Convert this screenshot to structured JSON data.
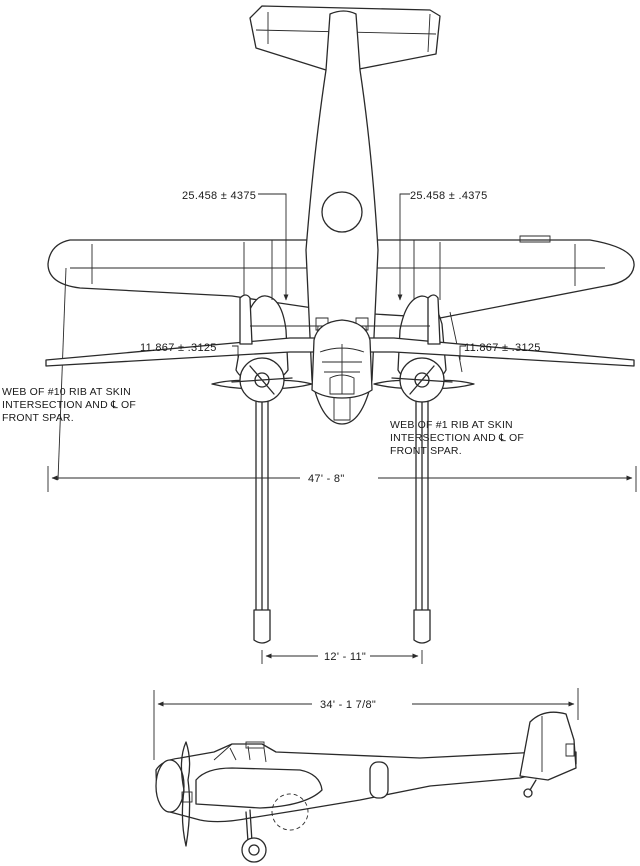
{
  "dimensions": {
    "top_left_spar": "25.458 ± 4375",
    "top_right_spar": "25.458 ± .4375",
    "wingspan": "47' - 8\"",
    "front_left_offset": "11.867 ± .3125",
    "front_right_offset": "11.867 ± .3125",
    "gear_track": "12' - 11\"",
    "length": "34' - 1 7/8\""
  },
  "notes": {
    "left_note_line1": "WEB OF #10 RIB AT SKIN",
    "left_note_line2": "INTERSECTION AND ℄ OF",
    "left_note_line3": "FRONT SPAR.",
    "right_note_line1": "WEB OF #1 RIB AT SKIN",
    "right_note_line2": "INTERSECTION AND ℄ OF",
    "right_note_line3": "FRONT SPAR."
  }
}
